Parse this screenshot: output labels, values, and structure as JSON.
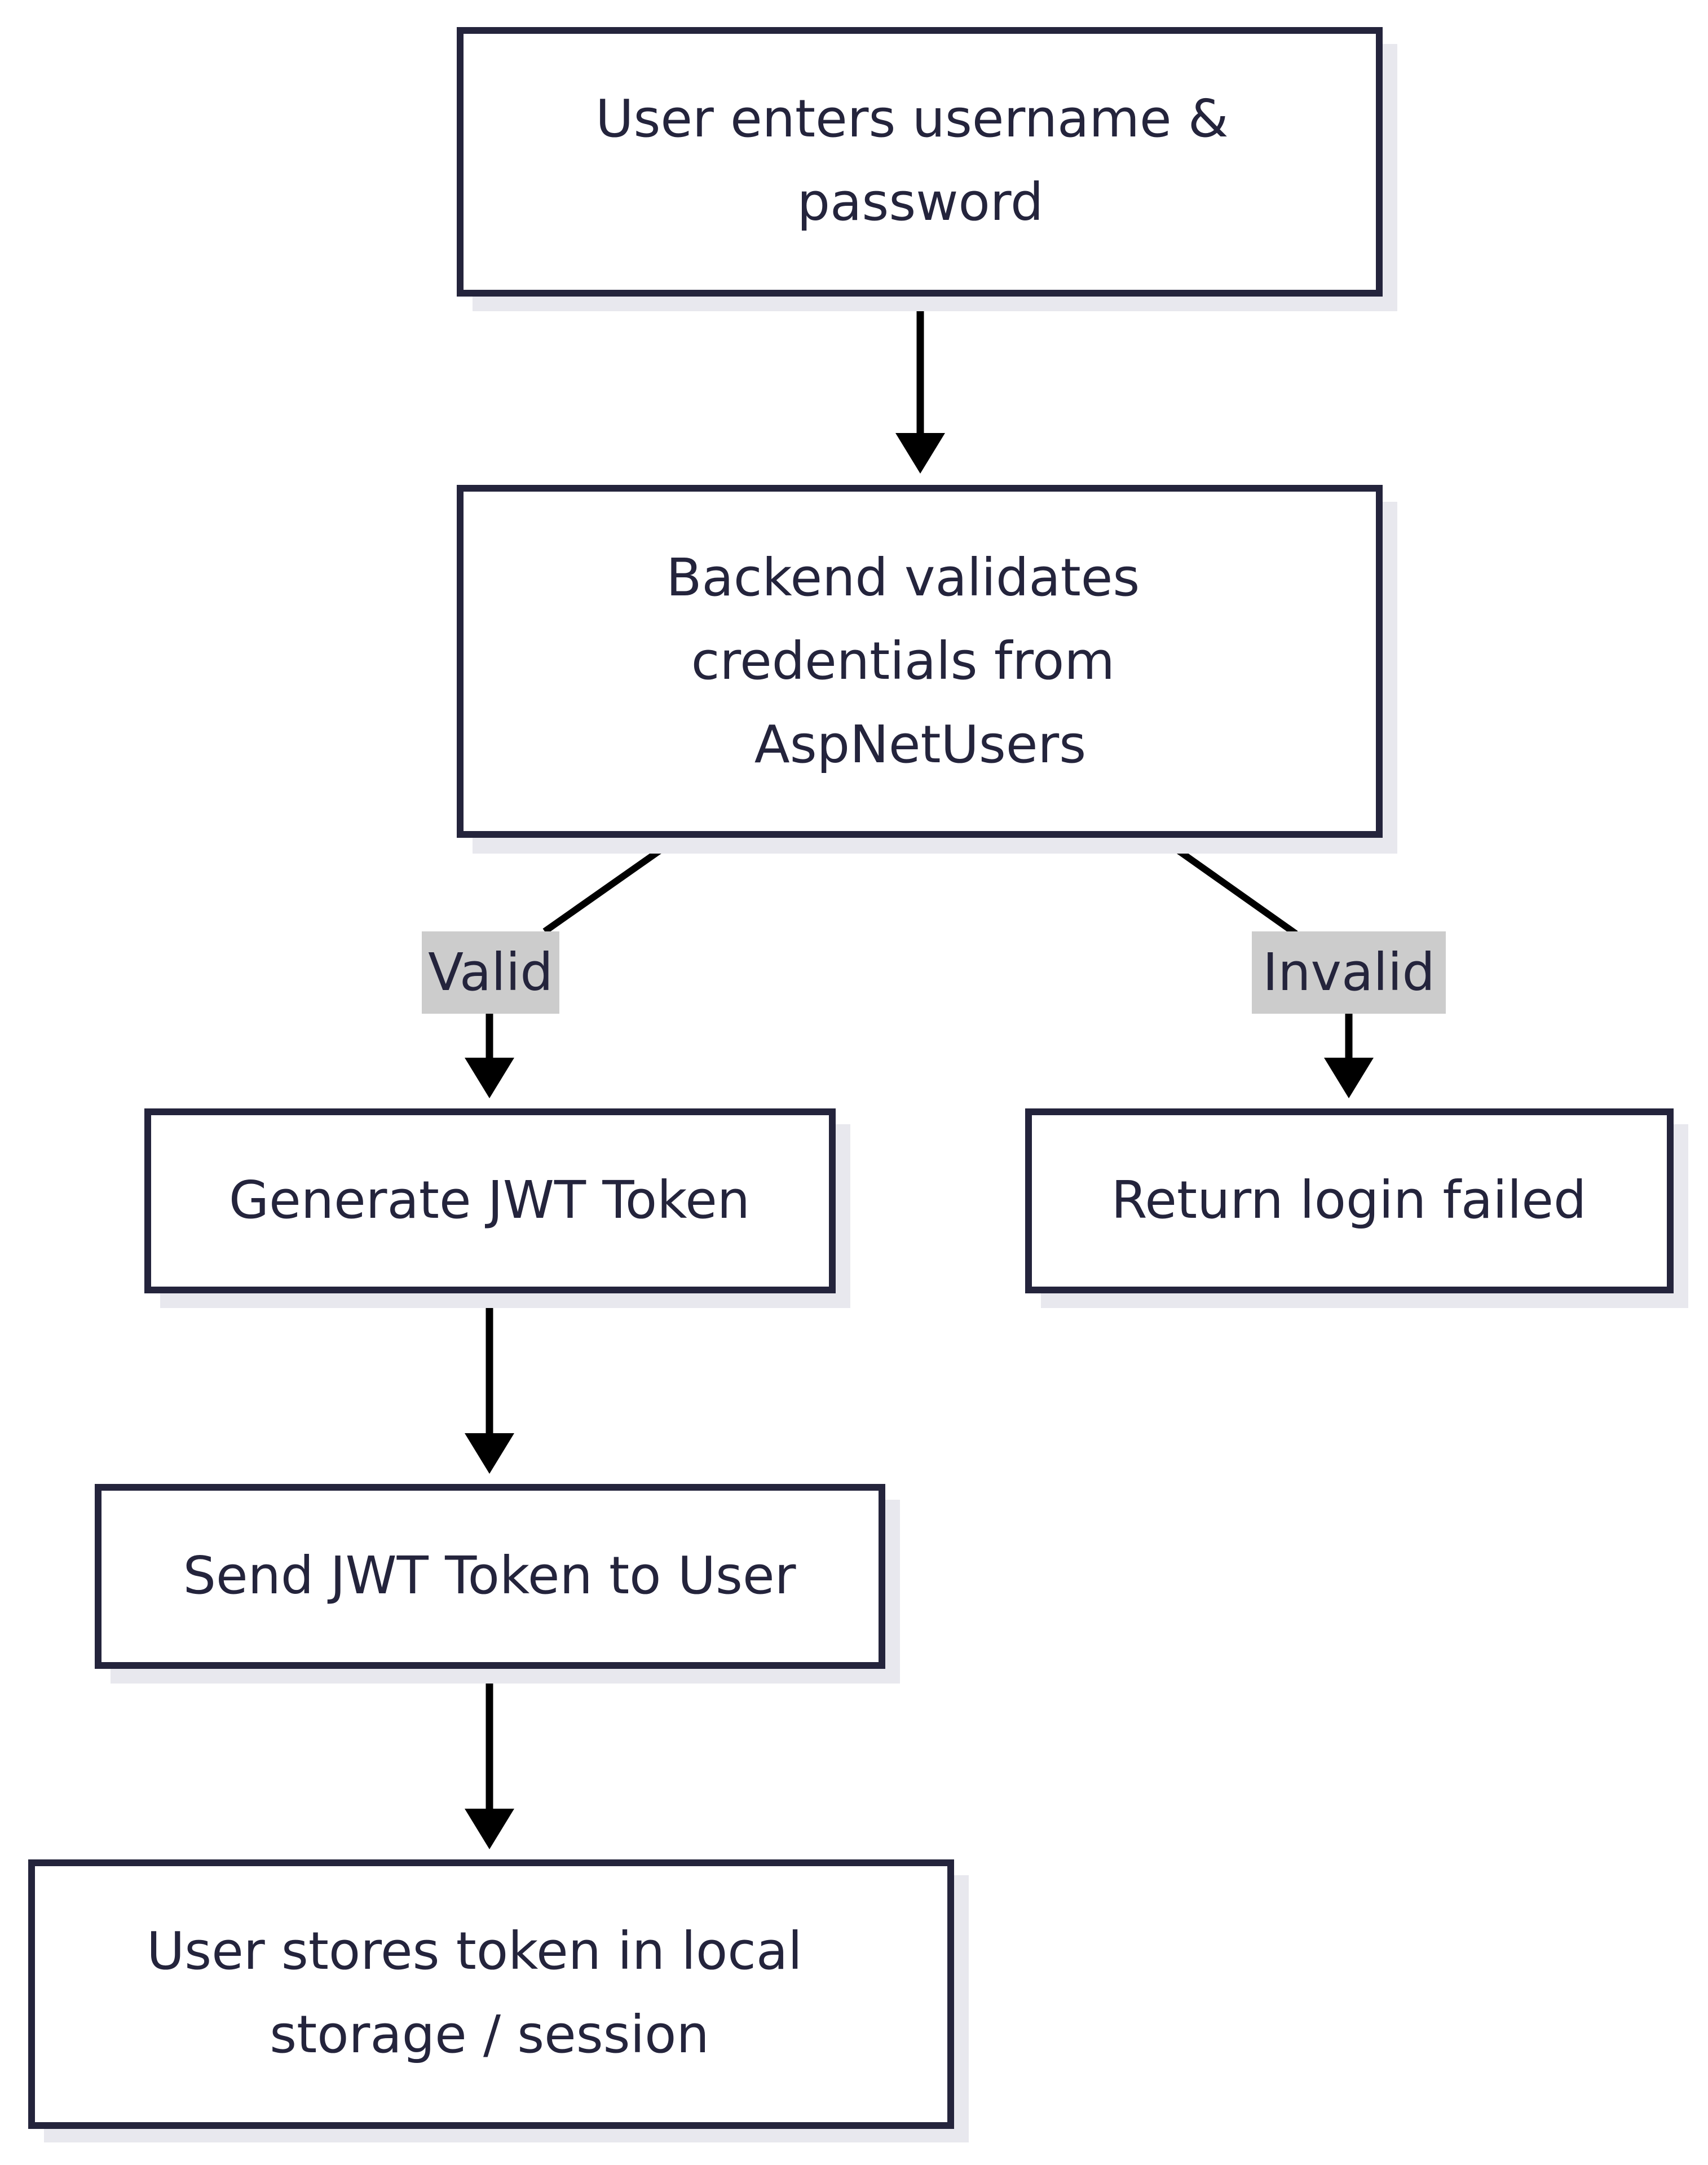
{
  "colors": {
    "background": "#ffffff",
    "node_fill": "#ffffff",
    "node_border": "#24243c",
    "node_shadow": "#e8e8ee",
    "text": "#24243c",
    "edge": "#000000",
    "edge_label_bg": "#cccccc"
  },
  "nodes": [
    {
      "id": "n1",
      "lines": [
        "User enters username &",
        "password"
      ]
    },
    {
      "id": "n2",
      "lines": [
        "Backend validates",
        "credentials from",
        "AspNetUsers"
      ]
    },
    {
      "id": "n3",
      "lines": [
        "Generate JWT Token"
      ]
    },
    {
      "id": "n4",
      "lines": [
        "Return login failed"
      ]
    },
    {
      "id": "n5",
      "lines": [
        "Send JWT Token to User"
      ]
    },
    {
      "id": "n6",
      "lines": [
        "User stores token in local",
        "storage / session"
      ]
    }
  ],
  "edges": [
    {
      "from": "n1",
      "to": "n2",
      "label": ""
    },
    {
      "from": "n2",
      "to": "n3",
      "label": "Valid"
    },
    {
      "from": "n2",
      "to": "n4",
      "label": "Invalid"
    },
    {
      "from": "n3",
      "to": "n5",
      "label": ""
    },
    {
      "from": "n5",
      "to": "n6",
      "label": ""
    }
  ]
}
